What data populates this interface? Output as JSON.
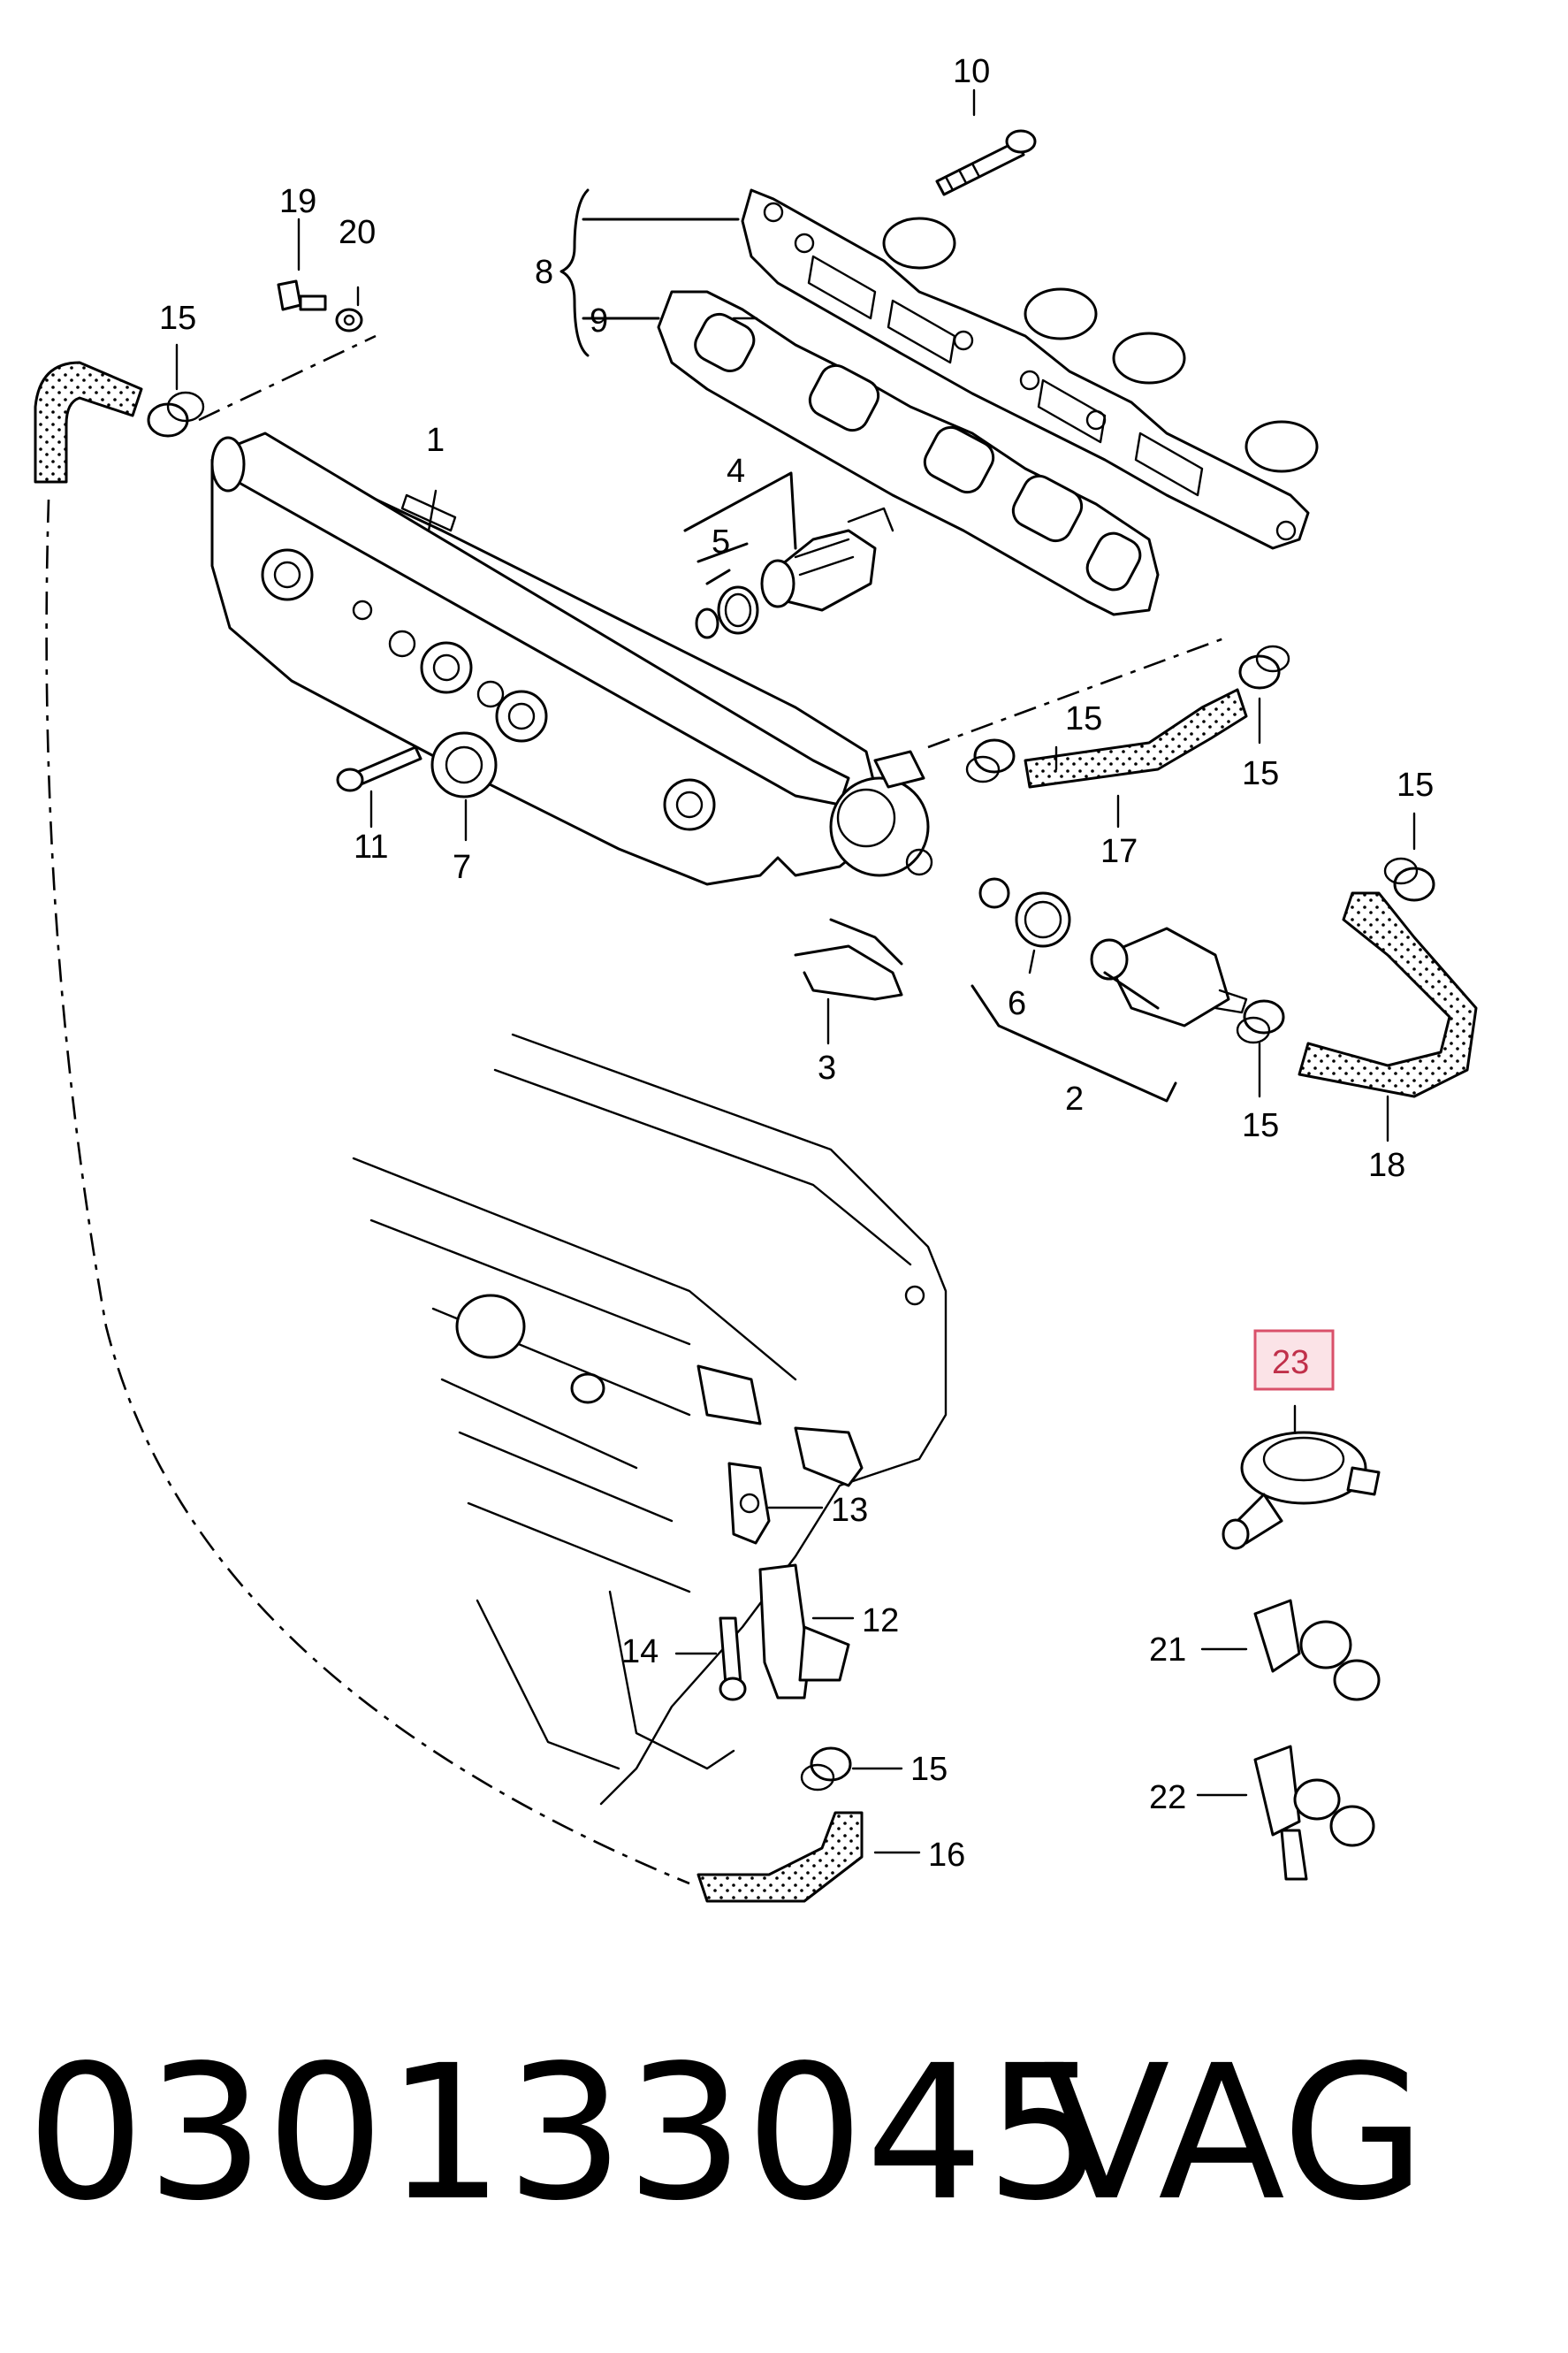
{
  "callouts": {
    "c1": "1",
    "c2": "2",
    "c3": "3",
    "c4": "4",
    "c5": "5",
    "c6": "6",
    "c7": "7",
    "c8": "8",
    "c9": "9",
    "c10": "10",
    "c11": "11",
    "c12": "12",
    "c13": "13",
    "c14": "14",
    "c15": "15",
    "c16": "16",
    "c17": "17",
    "c18": "18",
    "c19": "19",
    "c20": "20",
    "c21": "21",
    "c22": "22",
    "c23": "23"
  },
  "highlighted_callout": "23",
  "colors": {
    "highlight_fill": "#fbe3e7",
    "highlight_stroke": "#d9506a",
    "ink": "#000000"
  },
  "footer": {
    "part_number": "030133045",
    "brand": "VAG"
  }
}
